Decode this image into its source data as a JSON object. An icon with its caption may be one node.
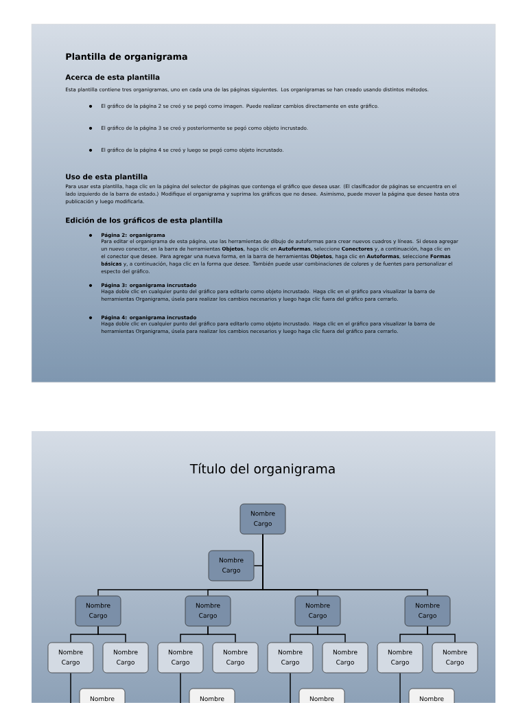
{
  "diagram": {
    "title": "Título del organigrama",
    "nodes": [
      {
        "text": [
          "Nombre",
          "Cargo"
        ]
      },
      {
        "text": [
          "Nombre",
          "Cargo"
        ]
      },
      {
        "text": [
          "Nombre",
          "Cargo"
        ]
      },
      {
        "text": [
          "Nombre",
          "Cargo"
        ]
      },
      {
        "text": [
          "Nombre",
          "Cargo"
        ]
      },
      {
        "text": [
          "Nombre",
          "Cargo"
        ]
      },
      {
        "text": [
          "Nombre",
          "Cargo"
        ]
      },
      {
        "text": [
          "Nombre",
          "Cargo"
        ]
      },
      {
        "text": [
          "Nombre",
          "Cargo"
        ]
      },
      {
        "text": [
          "Nombre",
          "Cargo"
        ]
      },
      {
        "text": [
          "Nombre",
          "Cargo"
        ]
      },
      {
        "text": [
          "Nombre",
          "Cargo"
        ]
      },
      {
        "text": [
          "Nombre",
          "Cargo"
        ]
      },
      {
        "text": [
          "Nombre",
          "Cargo"
        ]
      },
      {
        "text": [
          "Nombre"
        ]
      },
      {
        "text": [
          "Nombre"
        ]
      },
      {
        "text": [
          "Nombre"
        ]
      },
      {
        "text": [
          "Nombre"
        ]
      }
    ],
    "edges": [
      {
        "from": 0,
        "to": 1,
        "arrow": "none"
      },
      {
        "from": 0,
        "to": 2,
        "arrow": "none"
      },
      {
        "from": 0,
        "to": 3,
        "arrow": "none"
      },
      {
        "from": 0,
        "to": 4,
        "arrow": "none"
      },
      {
        "from": 0,
        "to": 5,
        "arrow": "none"
      },
      {
        "from": 2,
        "to": 6,
        "arrow": "none"
      },
      {
        "from": 2,
        "to": 7,
        "arrow": "none"
      },
      {
        "from": 3,
        "to": 8,
        "arrow": "none"
      },
      {
        "from": 3,
        "to": 9,
        "arrow": "none"
      },
      {
        "from": 4,
        "to": 10,
        "arrow": "none"
      },
      {
        "from": 4,
        "to": 11,
        "arrow": "none"
      },
      {
        "from": 5,
        "to": 12,
        "arrow": "none"
      },
      {
        "from": 5,
        "to": 13,
        "arrow": "none"
      },
      {
        "from": 6,
        "to": 14,
        "arrow": "none"
      },
      {
        "from": 8,
        "to": 15,
        "arrow": "none"
      },
      {
        "from": 10,
        "to": 16,
        "arrow": "none"
      },
      {
        "from": 12,
        "to": 17,
        "arrow": "none"
      }
    ],
    "labels": [
      "Plantilla de organigrama",
      "Acerca de esta plantilla",
      "Esta plantilla contiene tres organigramas, uno en cada una de las páginas siguientes. Los organigramas se han creado usando distintos métodos.",
      "El gráfico de la página 2 se creó y se pegó como imagen. Puede realizar cambios directamente en este gráfico.",
      "El gráfico de la página 3 se creó y posteriormente se pegó como objeto incrustado.",
      "El gráfico de la página 4 se creó y luego se pegó como objeto incrustado.",
      "Uso de esta plantilla",
      "Para usar esta plantilla, haga clic en la página del selector de páginas que contenga el gráfico que desea usar. (El clasificador de páginas se encuentra en el lado izquierdo de la barra de estado.) Modifique el organigrama y suprima los gráficos que no desee. Asimismo, puede mover la página que desee hasta otra publicación y luego modificarla.",
      "Edición de los gráficos de esta plantilla",
      "Página 2: organigrama",
      "Para editar el organigrama de esta página, use las herramientas de dibujo de autoformas para crear nuevos cuadros y líneas. Si desea agregar un nuevo conector, en la barra de herramientas **Objetos**, haga clic en **Autoformas**, seleccione **Conectores** y, a continuación, haga clic en el conector que desee. Para agregar una nueva forma, en la barra de herramientas **Objetos**, haga clic en **Autoformas**, seleccione **Formas básicas** y, a continuación, haga clic en la forma que desee. También puede usar combinaciones de colores y de fuentes para personalizar el especto del gráfico.",
      "Página 3: organigrama incrustado",
      "Haga doble clic en cualquier punto del gráfico para editarlo como objeto incrustado. Haga clic en el gráfico para visualizar la barra de herramientas Organigrama, úsela para realizar los cambios necesarios y luego haga clic fuera del gráfico para cerrarlo.",
      "Página 4: organigrama incrustado",
      "Haga doble clic en cualquier punto del gráfico para editarlo como objeto incrustado. Haga clic en el gráfico para visualizar la barra de herramientas Organigrama, úsela para realizar los cambios necesarios y luego haga clic fuera del gráfico para cerrarlo."
    ]
  }
}
